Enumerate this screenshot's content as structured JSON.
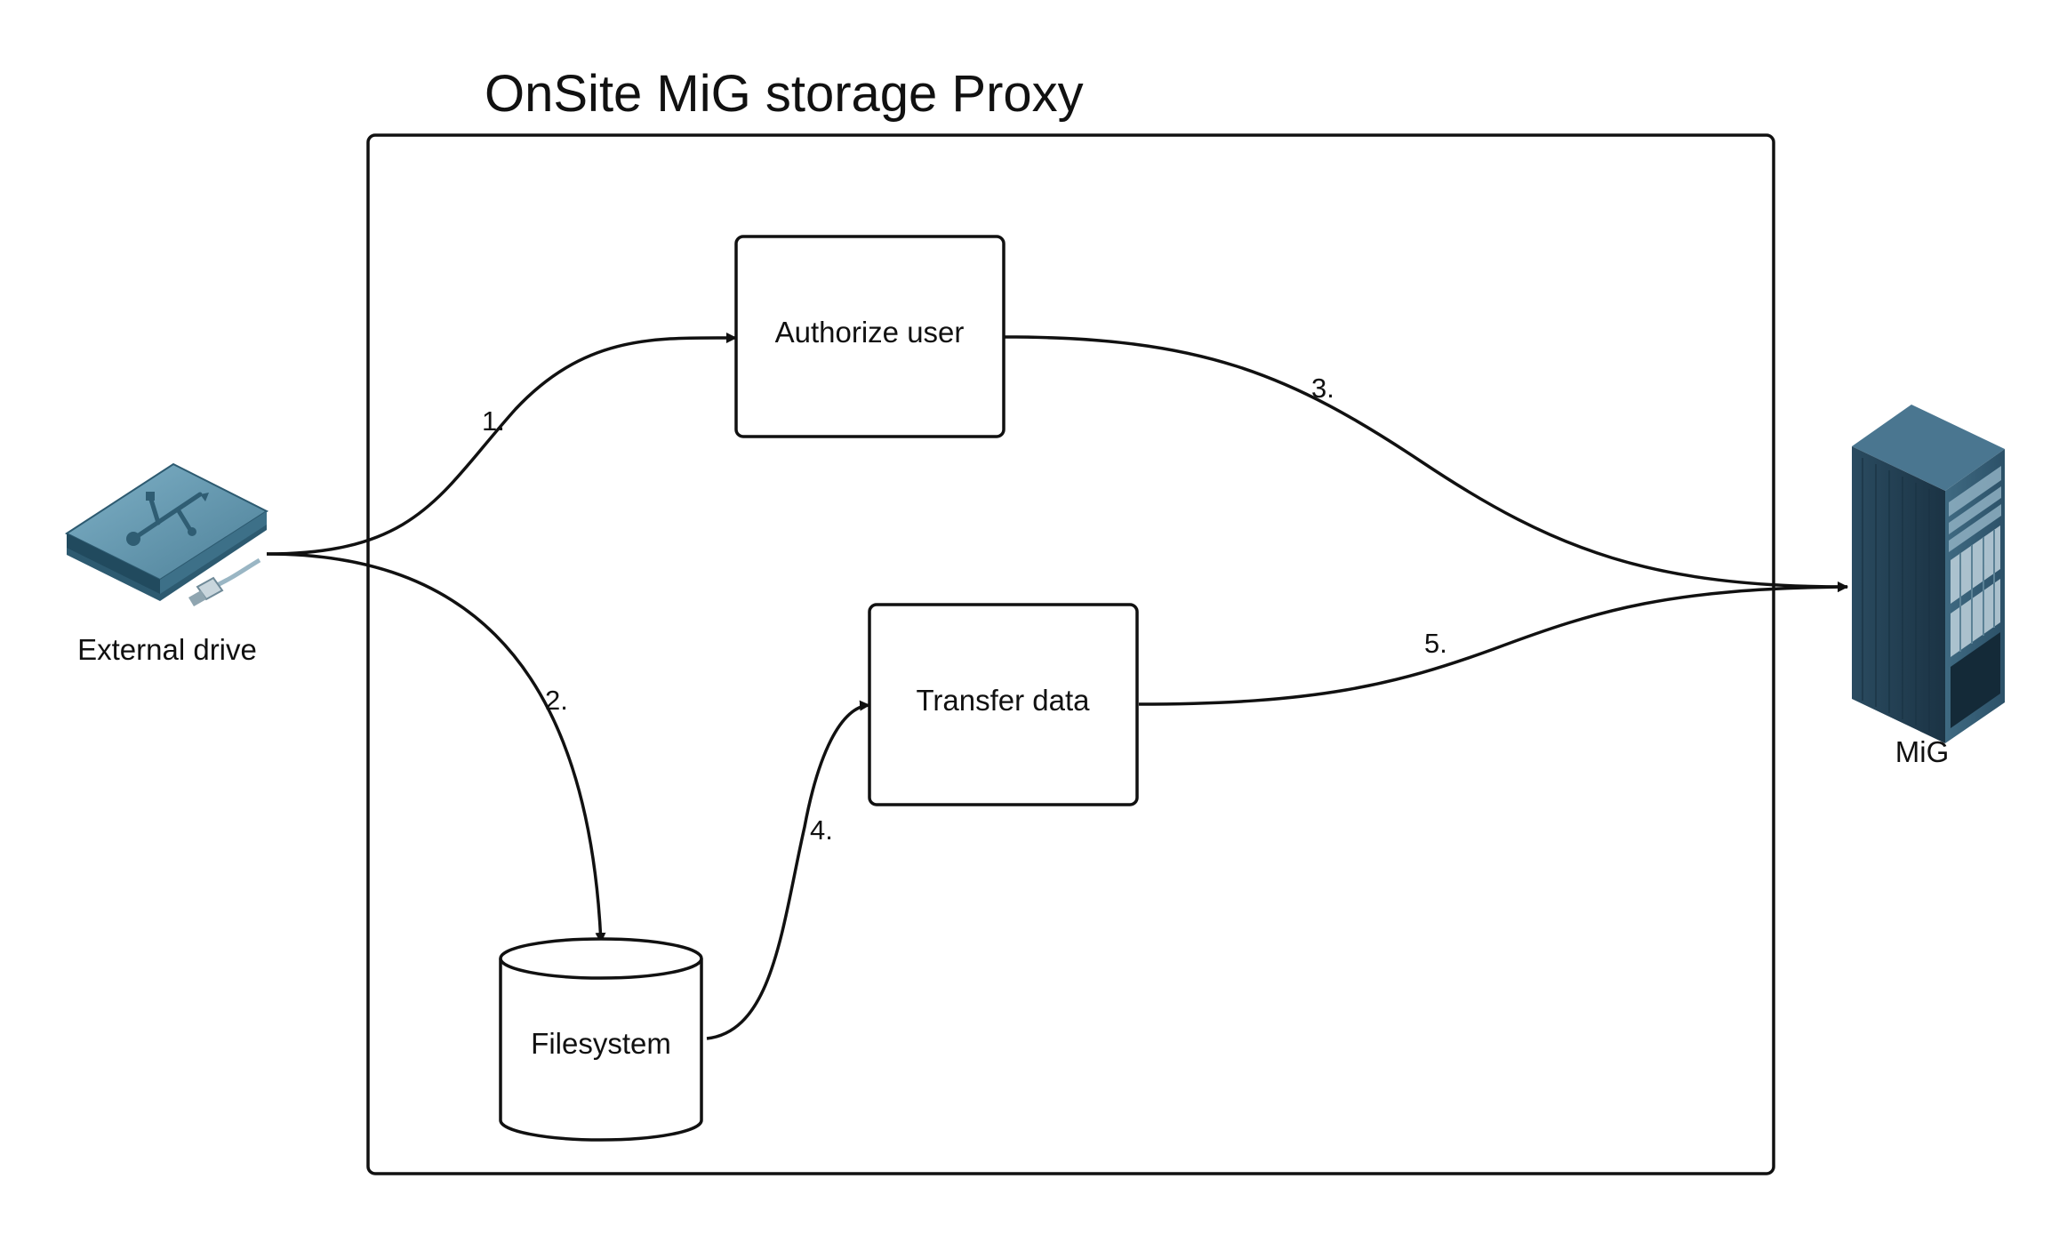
{
  "title": "OnSite MiG storage Proxy",
  "nodes": {
    "authorize": "Authorize user",
    "transfer": "Transfer data",
    "filesystem": "Filesystem",
    "external_drive": "External drive",
    "mig": "MiG"
  },
  "edges": {
    "e1": "1.",
    "e2": "2.",
    "e3": "3.",
    "e4": "4.",
    "e5": "5."
  },
  "icons": {
    "external_drive": "usb-drive-icon",
    "mig": "server-rack-icon"
  },
  "colors": {
    "drive_primary": "#5a8ea6",
    "drive_dark": "#2d5a70",
    "server_dark": "#1f3a4d",
    "server_light": "#3c6680"
  }
}
